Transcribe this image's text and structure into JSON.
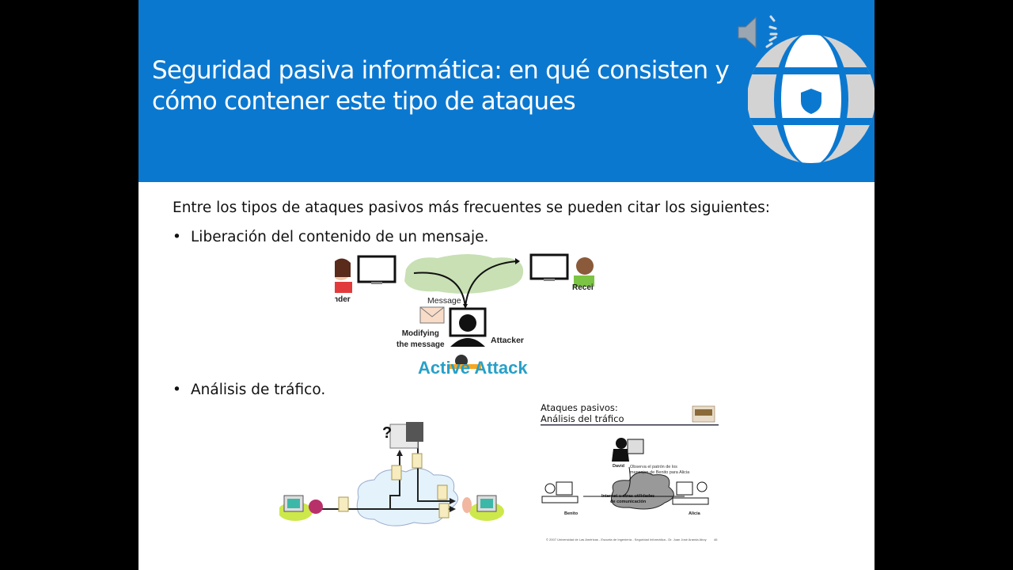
{
  "slide": {
    "title_lines": [
      "Seguridad pasiva informática: en qué consisten y",
      "cómo contener este tipo de ataques"
    ],
    "intro": "Entre los tipos de ataques pasivos más frecuentes se pueden citar los siguientes:",
    "bullets": [
      {
        "marker": "•",
        "text": "Liberación del contenido de un mensaje."
      },
      {
        "marker": "•",
        "text": "Análisis de tráfico."
      }
    ],
    "colors": {
      "header": "#0b78d0",
      "globe_gray": "#d3d3d3",
      "cloud_green": "#c8e0b4"
    },
    "icons": [
      "speaker-icon",
      "globe-shield-logo"
    ]
  },
  "figure_active_attack": {
    "sender_label": "nder",
    "receiver_label": "Recei",
    "message_label": "Message",
    "modifying_label_lines": [
      "Modifying",
      "the message"
    ],
    "attacker_label": "Attacker",
    "caption_partial": "Active Attack"
  },
  "figure_traffic_analysis": {
    "title_lines": [
      "Ataques pasivos:",
      "Análisis del tráfico"
    ],
    "david_label": "David",
    "observe_lines": [
      "Observa el patrón de los",
      "mensajes de Benito para Alicia"
    ],
    "cloud_lines": [
      "Internet u otras utilidades",
      "de comunicación"
    ],
    "benito_label": "Benito",
    "alicia_label": "Alicia",
    "footer": "© 2007 Universidad de Las Américas  -  Escuela de Ingeniería  -  Seguridad Informática  -  Dr. Juan José Aranda Aboy",
    "page_number": "46"
  }
}
